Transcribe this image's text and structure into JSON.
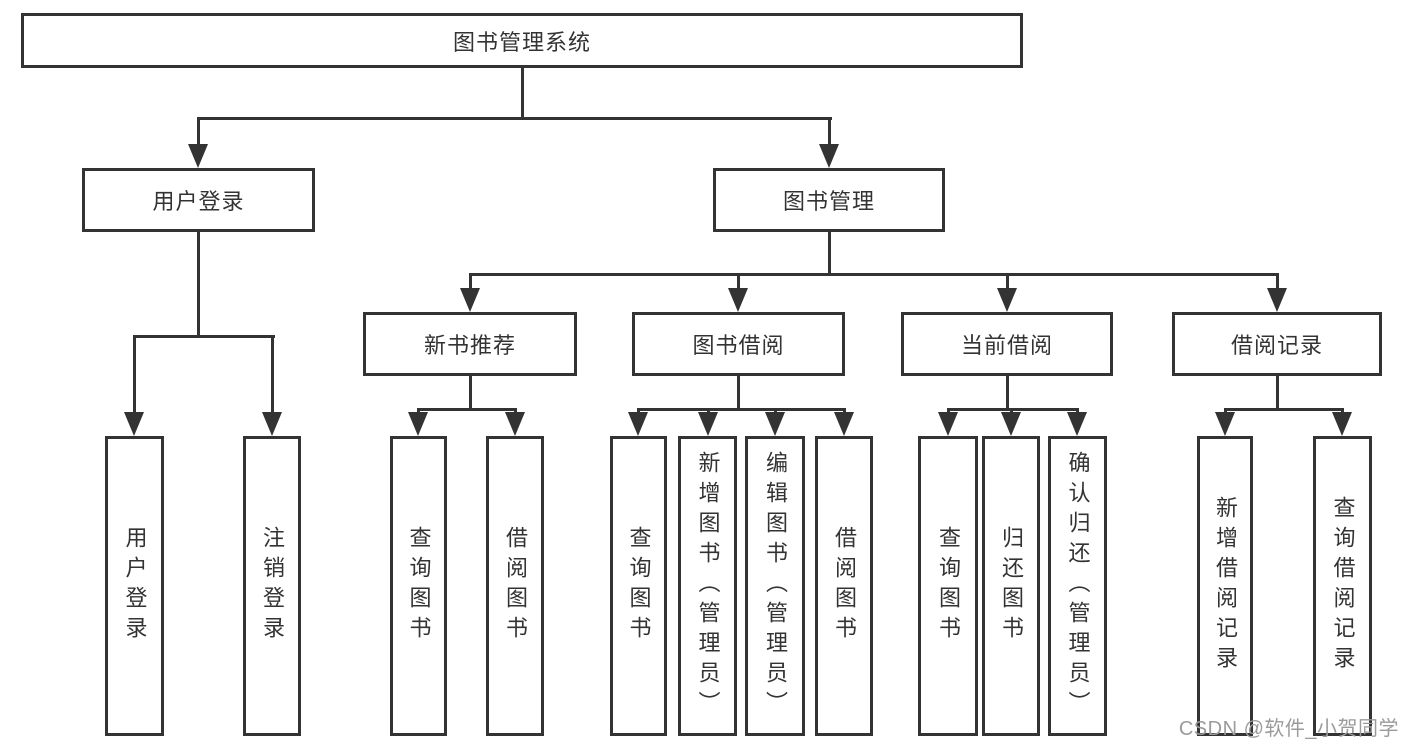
{
  "diagram_title": "图书管理系统",
  "nodes": {
    "root": "图书管理系统",
    "userLogin": "用户登录",
    "bookMgmt": "图书管理",
    "newBookRec": "新书推荐",
    "bookBorrow": "图书借阅",
    "currentBorrow": "当前借阅",
    "borrowRecord": "借阅记录",
    "leafUserLogin": "用户登录",
    "leafLogout": "注销登录",
    "recQueryBook": "查询图书",
    "recBorrowBook": "借阅图书",
    "bbQueryBook": "查询图书",
    "bbAddBook": "新增图书（管理员）",
    "bbEditBook": "编辑图书（管理员）",
    "bbBorrowBook": "借阅图书",
    "cbQueryBook": "查询图书",
    "cbReturnBook": "归还图书",
    "cbConfirmReturn": "确认归还（管理员）",
    "brAddRecord": "新增借阅记录",
    "brQueryRecord": "查询借阅记录"
  },
  "hierarchy": {
    "图书管理系统": {
      "用户登录": [
        "用户登录",
        "注销登录"
      ],
      "图书管理": {
        "新书推荐": [
          "查询图书",
          "借阅图书"
        ],
        "图书借阅": [
          "查询图书",
          "新增图书（管理员）",
          "编辑图书（管理员）",
          "借阅图书"
        ],
        "当前借阅": [
          "查询图书",
          "归还图书",
          "确认归还（管理员）"
        ],
        "借阅记录": [
          "新增借阅记录",
          "查询借阅记录"
        ]
      }
    }
  },
  "watermark": "CSDN @软件_小贺同学",
  "colors": {
    "line": "#333333",
    "text": "#333333",
    "node_background": "#ffffff",
    "background": "#ffffff",
    "watermark": "#9b9b9b"
  }
}
